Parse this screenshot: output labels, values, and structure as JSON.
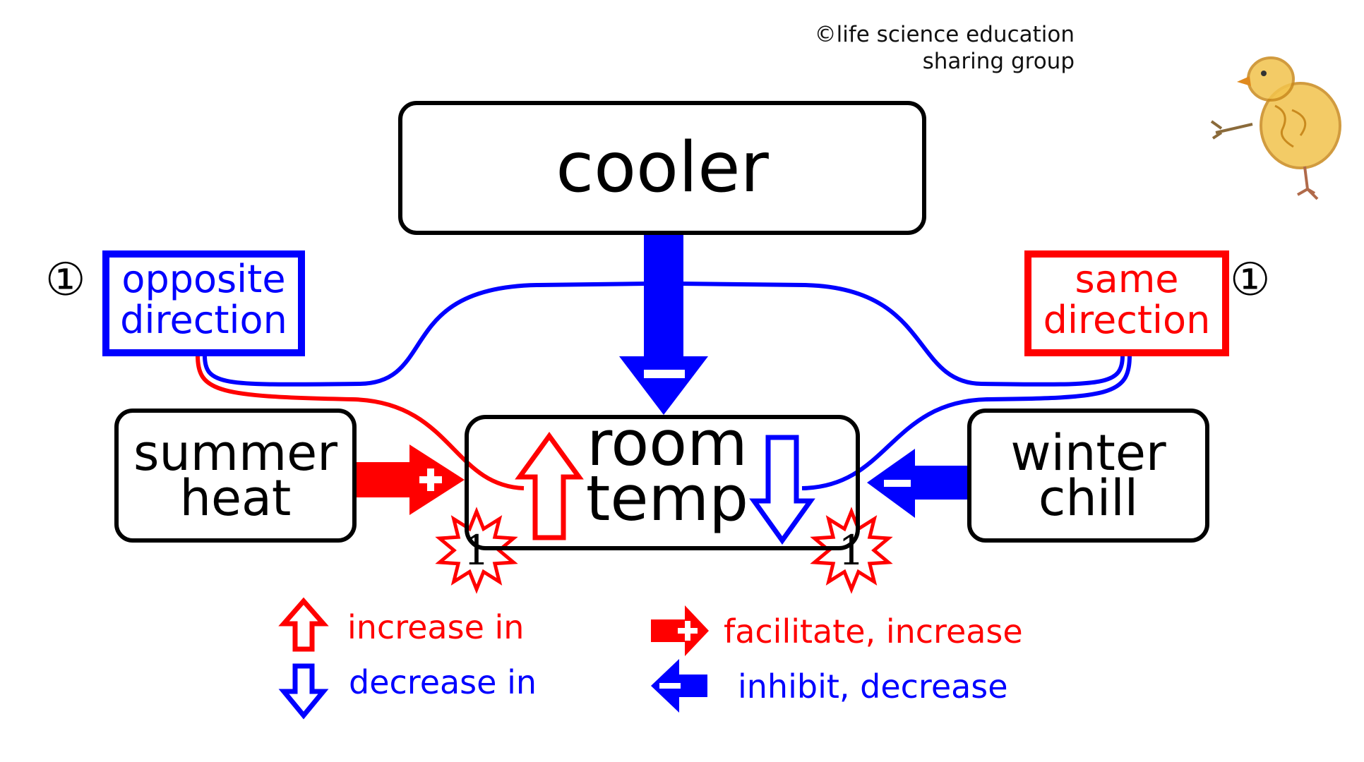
{
  "copyright": {
    "line1": "©life science education",
    "line2": "sharing group"
  },
  "nodes": {
    "cooler": "cooler",
    "summer_heat": [
      "summer",
      "heat"
    ],
    "room_temp": [
      "room",
      "temp"
    ],
    "winter_chill": [
      "winter",
      "chill"
    ]
  },
  "direction_boxes": {
    "opposite": [
      "opposite",
      "direction"
    ],
    "same": [
      "same",
      "direction"
    ]
  },
  "markers": {
    "circled_number": "①",
    "star_number": "1"
  },
  "legend": {
    "increase_in": "increase in",
    "decrease_in": "decrease in",
    "facilitate_increase": "facilitate, increase",
    "inhibit_decrease": "inhibit, decrease"
  },
  "colors": {
    "increase": "#ff0000",
    "decrease": "#0000ff",
    "box_border": "#000000",
    "chick_fill": "#f2c34c",
    "chick_line": "#c98a1e"
  },
  "icons": {
    "mascot": "chick-drawing-icon",
    "increase": "hollow-up-arrow-icon",
    "decrease": "hollow-down-arrow-icon",
    "facilitate": "plus-arrow-icon",
    "inhibit": "minus-arrow-icon",
    "star": "starburst-icon"
  }
}
